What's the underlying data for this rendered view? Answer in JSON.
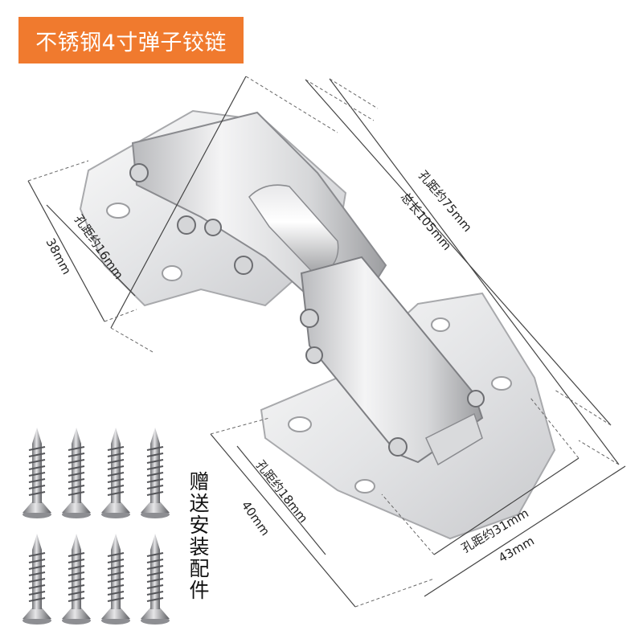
{
  "title": "不锈钢4寸弹子铰链",
  "colors": {
    "badge": "#F07A2E",
    "steel_light": "#f2f2f4",
    "steel_mid": "#c9cacd",
    "steel_dark": "#8a8b8f"
  },
  "dimensions": {
    "hole_75": "孔距约75mm",
    "total_105": "总长105mm",
    "width_38": "38mm",
    "hole_16": "孔距约16mm",
    "width_40": "40mm",
    "hole_18": "孔距约18mm",
    "hole_31": "孔距约31mm",
    "width_43": "43mm"
  },
  "gift_text": "赠送安装配件"
}
